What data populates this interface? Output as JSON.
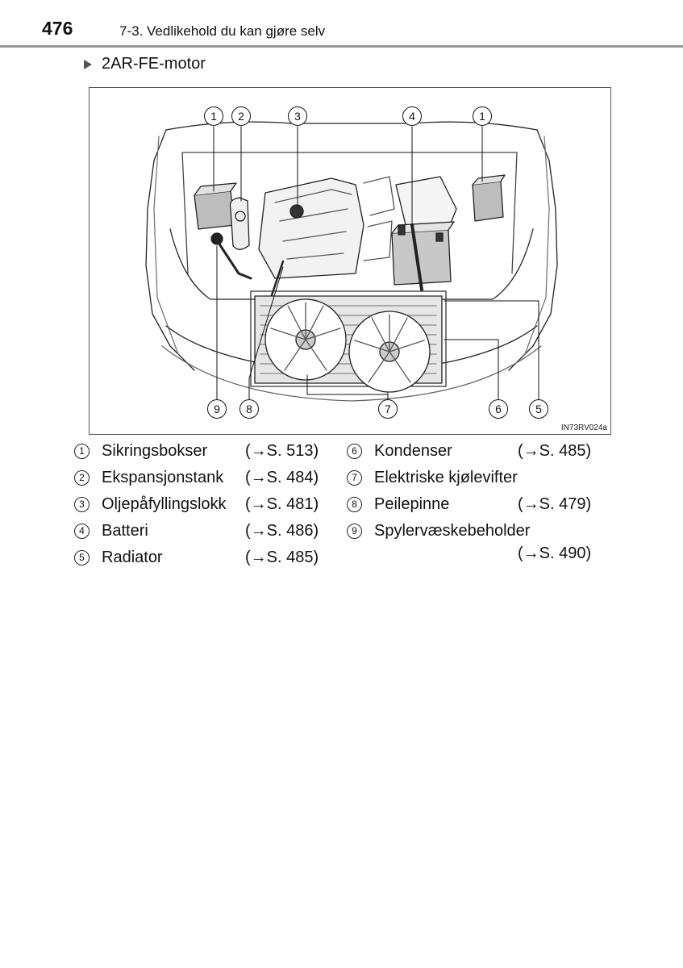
{
  "header": {
    "page_number": "476",
    "section": "7-3. Vedlikehold du kan gjøre selv"
  },
  "subheading": "2AR-FE-motor",
  "figure": {
    "code": "IN73RV024a",
    "callout_numbers": [
      "1",
      "2",
      "3",
      "4",
      "1",
      "9",
      "8",
      "7",
      "6",
      "5"
    ]
  },
  "legend": {
    "left": [
      {
        "num": "1",
        "label": "Sikringsbokser",
        "ref": "(→S. 513)"
      },
      {
        "num": "2",
        "label": "Ekspansjonstank",
        "ref": "(→S. 484)"
      },
      {
        "num": "3",
        "label": "Oljepåfyllingslokk",
        "ref": "(→S. 481)"
      },
      {
        "num": "4",
        "label": "Batteri",
        "ref": "(→S. 486)"
      },
      {
        "num": "5",
        "label": "Radiator",
        "ref": "(→S. 485)"
      }
    ],
    "right": [
      {
        "num": "6",
        "label": "Kondenser",
        "ref": "(→S. 485)"
      },
      {
        "num": "7",
        "label": "Elektriske kjølevifter",
        "ref": ""
      },
      {
        "num": "8",
        "label": "Peilepinne",
        "ref": "(→S. 479)"
      },
      {
        "num": "9",
        "label": "Spylervæskebeholder",
        "ref": "(→S. 490)"
      }
    ]
  }
}
